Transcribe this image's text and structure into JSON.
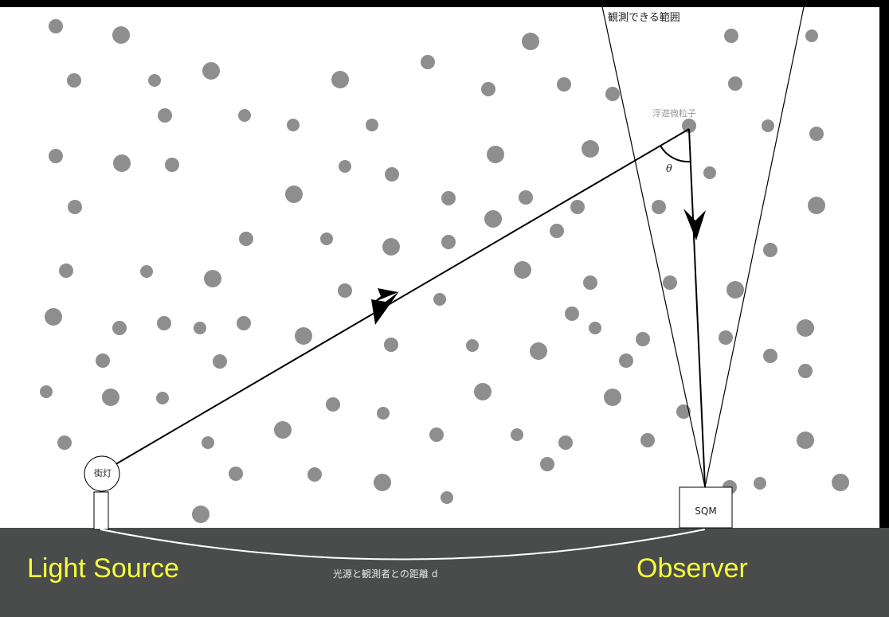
{
  "labels": {
    "observable_range": "観測できる範囲",
    "floating_particle": "浮遊微粒子",
    "theta": "θ",
    "street_lamp": "街灯",
    "sqm": "SQM",
    "distance": "光源と観測者との距離 d",
    "light_source": "Light Source",
    "observer": "Observer"
  },
  "colors": {
    "background": "#ffffff",
    "ground": "#4a4c4b",
    "particle": "#8e8e8e",
    "ray": "#000000",
    "highlight_text": "#f6ff3c",
    "frame": "#000000"
  }
}
